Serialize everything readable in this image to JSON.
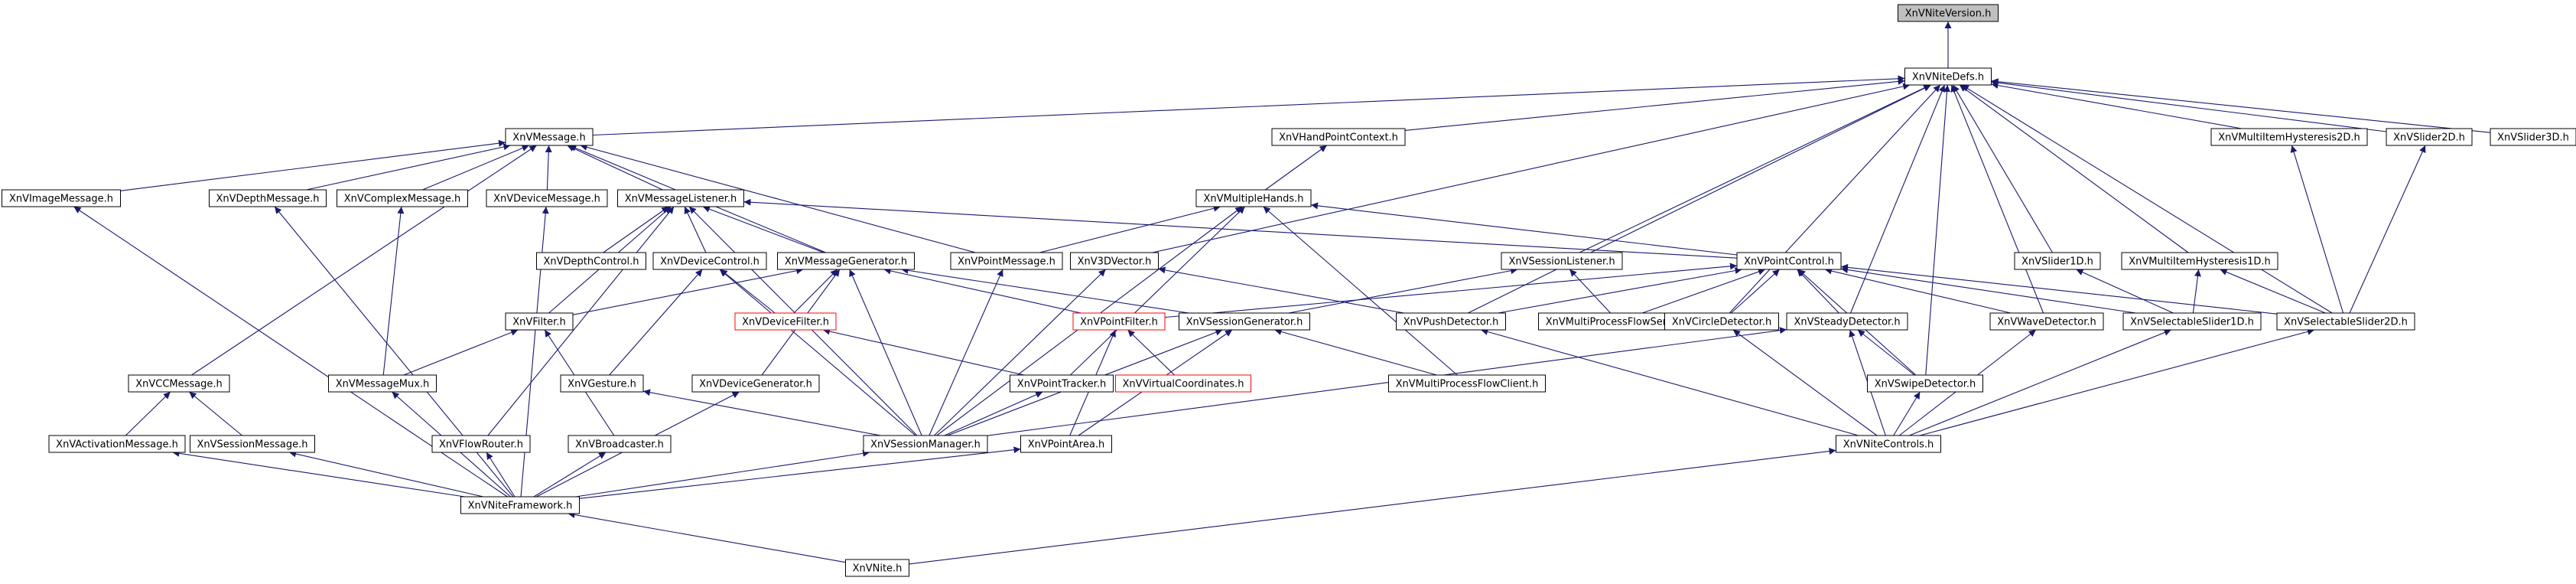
{
  "diagram": {
    "type": "include-dependency-graph",
    "colors": {
      "edge": "#191970",
      "box_border": "#000000",
      "root_fill": "#bfbfbf",
      "missing_border": "#ff0000",
      "text": "#000000"
    },
    "nodes": [
      {
        "id": "XnVNiteVersion",
        "label": "XnVNiteVersion.h",
        "style": "root"
      },
      {
        "id": "XnVNiteDefs",
        "label": "XnVNiteDefs.h",
        "style": "normal"
      },
      {
        "id": "XnVMessage",
        "label": "XnVMessage.h",
        "style": "normal"
      },
      {
        "id": "XnVHandPointContext",
        "label": "XnVHandPointContext.h",
        "style": "normal"
      },
      {
        "id": "XnVMultiItemHysteresis2D",
        "label": "XnVMultiItemHysteresis2D.h",
        "style": "normal"
      },
      {
        "id": "XnVSlider2D",
        "label": "XnVSlider2D.h",
        "style": "normal"
      },
      {
        "id": "XnVSlider3D",
        "label": "XnVSlider3D.h",
        "style": "normal"
      },
      {
        "id": "XnVImageMessage",
        "label": "XnVImageMessage.h",
        "style": "normal"
      },
      {
        "id": "XnVDepthMessage",
        "label": "XnVDepthMessage.h",
        "style": "normal"
      },
      {
        "id": "XnVComplexMessage",
        "label": "XnVComplexMessage.h",
        "style": "normal"
      },
      {
        "id": "XnVDeviceMessage",
        "label": "XnVDeviceMessage.h",
        "style": "normal"
      },
      {
        "id": "XnVMessageListener",
        "label": "XnVMessageListener.h",
        "style": "normal"
      },
      {
        "id": "XnVMultipleHands",
        "label": "XnVMultipleHands.h",
        "style": "normal"
      },
      {
        "id": "XnVDepthControl",
        "label": "XnVDepthControl.h",
        "style": "normal"
      },
      {
        "id": "XnVDeviceControl",
        "label": "XnVDeviceControl.h",
        "style": "normal"
      },
      {
        "id": "XnVMessageGenerator",
        "label": "XnVMessageGenerator.h",
        "style": "normal"
      },
      {
        "id": "XnVPointMessage",
        "label": "XnVPointMessage.h",
        "style": "normal"
      },
      {
        "id": "XnV3DVector",
        "label": "XnV3DVector.h",
        "style": "normal"
      },
      {
        "id": "XnVSessionListener",
        "label": "XnVSessionListener.h",
        "style": "normal"
      },
      {
        "id": "XnVPointControl",
        "label": "XnVPointControl.h",
        "style": "normal"
      },
      {
        "id": "XnVSlider1D",
        "label": "XnVSlider1D.h",
        "style": "normal"
      },
      {
        "id": "XnVMultiItemHysteresis1D",
        "label": "XnVMultiItemHysteresis1D.h",
        "style": "normal"
      },
      {
        "id": "XnVFilter",
        "label": "XnVFilter.h",
        "style": "normal"
      },
      {
        "id": "XnVDeviceFilter",
        "label": "XnVDeviceFilter.h",
        "style": "missing"
      },
      {
        "id": "XnVPointFilter",
        "label": "XnVPointFilter.h",
        "style": "missing"
      },
      {
        "id": "XnVSessionGenerator",
        "label": "XnVSessionGenerator.h",
        "style": "normal"
      },
      {
        "id": "XnVPushDetector",
        "label": "XnVPushDetector.h",
        "style": "normal"
      },
      {
        "id": "XnVMultiProcessFlowServer",
        "label": "XnVMultiProcessFlowServer.h",
        "style": "normal"
      },
      {
        "id": "XnVCircleDetector",
        "label": "XnVCircleDetector.h",
        "style": "normal"
      },
      {
        "id": "XnVSteadyDetector",
        "label": "XnVSteadyDetector.h",
        "style": "normal"
      },
      {
        "id": "XnVWaveDetector",
        "label": "XnVWaveDetector.h",
        "style": "normal"
      },
      {
        "id": "XnVSelectableSlider1D",
        "label": "XnVSelectableSlider1D.h",
        "style": "normal"
      },
      {
        "id": "XnVSelectableSlider2D",
        "label": "XnVSelectableSlider2D.h",
        "style": "normal"
      },
      {
        "id": "XnVCCMessage",
        "label": "XnVCCMessage.h",
        "style": "normal"
      },
      {
        "id": "XnVMessageMux",
        "label": "XnVMessageMux.h",
        "style": "normal"
      },
      {
        "id": "XnVGesture",
        "label": "XnVGesture.h",
        "style": "normal"
      },
      {
        "id": "XnVDeviceGenerator",
        "label": "XnVDeviceGenerator.h",
        "style": "normal"
      },
      {
        "id": "XnVVirtualCoordinates",
        "label": "XnVVirtualCoordinates.h",
        "style": "missing"
      },
      {
        "id": "XnVPointTracker",
        "label": "XnVPointTracker.h",
        "style": "normal"
      },
      {
        "id": "XnVMultiProcessFlowClient",
        "label": "XnVMultiProcessFlowClient.h",
        "style": "normal"
      },
      {
        "id": "XnVSwipeDetector",
        "label": "XnVSwipeDetector.h",
        "style": "normal"
      },
      {
        "id": "XnVActivationMessage",
        "label": "XnVActivationMessage.h",
        "style": "normal"
      },
      {
        "id": "XnVSessionMessage",
        "label": "XnVSessionMessage.h",
        "style": "normal"
      },
      {
        "id": "XnVFlowRouter",
        "label": "XnVFlowRouter.h",
        "style": "normal"
      },
      {
        "id": "XnVBroadcaster",
        "label": "XnVBroadcaster.h",
        "style": "normal"
      },
      {
        "id": "XnVSessionManager",
        "label": "XnVSessionManager.h",
        "style": "normal"
      },
      {
        "id": "XnVPointArea",
        "label": "XnVPointArea.h",
        "style": "normal"
      },
      {
        "id": "XnVNiteControls",
        "label": "XnVNiteControls.h",
        "style": "normal"
      },
      {
        "id": "XnVNiteFramework",
        "label": "XnVNiteFramework.h",
        "style": "normal"
      },
      {
        "id": "XnVNite",
        "label": "XnVNite.h",
        "style": "normal"
      }
    ],
    "edges": [
      [
        "XnVNiteVersion",
        "XnVNiteDefs"
      ],
      [
        "XnVNiteDefs",
        "XnVMessage"
      ],
      [
        "XnVNiteDefs",
        "XnVHandPointContext"
      ],
      [
        "XnVNiteDefs",
        "XnVMultiItemHysteresis2D"
      ],
      [
        "XnVNiteDefs",
        "XnVSlider2D"
      ],
      [
        "XnVNiteDefs",
        "XnVSlider3D"
      ],
      [
        "XnVNiteDefs",
        "XnV3DVector"
      ],
      [
        "XnVNiteDefs",
        "XnVSessionListener"
      ],
      [
        "XnVNiteDefs",
        "XnVPushDetector"
      ],
      [
        "XnVNiteDefs",
        "XnVCircleDetector"
      ],
      [
        "XnVNiteDefs",
        "XnVSteadyDetector"
      ],
      [
        "XnVNiteDefs",
        "XnVSwipeDetector"
      ],
      [
        "XnVNiteDefs",
        "XnVWaveDetector"
      ],
      [
        "XnVNiteDefs",
        "XnVSlider1D"
      ],
      [
        "XnVNiteDefs",
        "XnVMultiItemHysteresis1D"
      ],
      [
        "XnVNiteDefs",
        "XnVSelectableSlider2D"
      ],
      [
        "XnVMessage",
        "XnVImageMessage"
      ],
      [
        "XnVMessage",
        "XnVDepthMessage"
      ],
      [
        "XnVMessage",
        "XnVComplexMessage"
      ],
      [
        "XnVMessage",
        "XnVDeviceMessage"
      ],
      [
        "XnVMessage",
        "XnVMessageListener"
      ],
      [
        "XnVMessage",
        "XnVMessageGenerator"
      ],
      [
        "XnVMessage",
        "XnVPointMessage"
      ],
      [
        "XnVMessage",
        "XnVCCMessage"
      ],
      [
        "XnVHandPointContext",
        "XnVMultipleHands"
      ],
      [
        "XnVMultiItemHysteresis2D",
        "XnVSelectableSlider2D"
      ],
      [
        "XnVSlider2D",
        "XnVSelectableSlider2D"
      ],
      [
        "XnVImageMessage",
        "XnVNiteFramework"
      ],
      [
        "XnVDepthMessage",
        "XnVNiteFramework"
      ],
      [
        "XnVComplexMessage",
        "XnVMessageMux"
      ],
      [
        "XnVDeviceMessage",
        "XnVNiteFramework"
      ],
      [
        "XnVMessageListener",
        "XnVDepthControl"
      ],
      [
        "XnVMessageListener",
        "XnVDeviceControl"
      ],
      [
        "XnVMessageListener",
        "XnVMessageGenerator"
      ],
      [
        "XnVMessageListener",
        "XnVFilter"
      ],
      [
        "XnVMessageListener",
        "XnVFlowRouter"
      ],
      [
        "XnVMessageListener",
        "XnVPointControl"
      ],
      [
        "XnVMessageListener",
        "XnVSessionManager"
      ],
      [
        "XnVMultipleHands",
        "XnVPointMessage"
      ],
      [
        "XnVMultipleHands",
        "XnVPointControl"
      ],
      [
        "XnVMultipleHands",
        "XnVPointTracker"
      ],
      [
        "XnVMultipleHands",
        "XnVMultiProcessFlowClient"
      ],
      [
        "XnVMultipleHands",
        "XnVSessionManager"
      ],
      [
        "XnVDeviceControl",
        "XnVDeviceFilter"
      ],
      [
        "XnVDeviceControl",
        "XnVGesture"
      ],
      [
        "XnVDeviceControl",
        "XnVSessionManager"
      ],
      [
        "XnVMessageGenerator",
        "XnVFilter"
      ],
      [
        "XnVMessageGenerator",
        "XnVDeviceFilter"
      ],
      [
        "XnVMessageGenerator",
        "XnVDeviceGenerator"
      ],
      [
        "XnVMessageGenerator",
        "XnVPointFilter"
      ],
      [
        "XnVMessageGenerator",
        "XnVSessionGenerator"
      ],
      [
        "XnVMessageGenerator",
        "XnVSessionManager"
      ],
      [
        "XnVPointMessage",
        "XnVSessionManager"
      ],
      [
        "XnV3DVector",
        "XnVPushDetector"
      ],
      [
        "XnV3DVector",
        "XnVSessionManager"
      ],
      [
        "XnVSessionListener",
        "XnVSessionGenerator"
      ],
      [
        "XnVSessionListener",
        "XnVMultiProcessFlowServer"
      ],
      [
        "XnVPointControl",
        "XnVPointFilter"
      ],
      [
        "XnVPointControl",
        "XnVPushDetector"
      ],
      [
        "XnVPointControl",
        "XnVMultiProcessFlowServer"
      ],
      [
        "XnVPointControl",
        "XnVCircleDetector"
      ],
      [
        "XnVPointControl",
        "XnVSteadyDetector"
      ],
      [
        "XnVPointControl",
        "XnVWaveDetector"
      ],
      [
        "XnVPointControl",
        "XnVSwipeDetector"
      ],
      [
        "XnVPointControl",
        "XnVSelectableSlider1D"
      ],
      [
        "XnVPointControl",
        "XnVSelectableSlider2D"
      ],
      [
        "XnVSlider1D",
        "XnVSelectableSlider1D"
      ],
      [
        "XnVMultiItemHysteresis1D",
        "XnVSelectableSlider1D"
      ],
      [
        "XnVMultiItemHysteresis1D",
        "XnVSelectableSlider2D"
      ],
      [
        "XnVFilter",
        "XnVMessageMux"
      ],
      [
        "XnVFilter",
        "XnVBroadcaster"
      ],
      [
        "XnVDeviceFilter",
        "XnVPointTracker"
      ],
      [
        "XnVPointFilter",
        "XnVVirtualCoordinates"
      ],
      [
        "XnVPointFilter",
        "XnVPointArea"
      ],
      [
        "XnVSessionGenerator",
        "XnVMultiProcessFlowClient"
      ],
      [
        "XnVSessionGenerator",
        "XnVSessionManager"
      ],
      [
        "XnVSessionGenerator",
        "XnVPointArea"
      ],
      [
        "XnVPushDetector",
        "XnVNiteControls"
      ],
      [
        "XnVCircleDetector",
        "XnVNiteControls"
      ],
      [
        "XnVSteadyDetector",
        "XnVSwipeDetector"
      ],
      [
        "XnVSteadyDetector",
        "XnVNiteControls"
      ],
      [
        "XnVSteadyDetector",
        "XnVSessionManager"
      ],
      [
        "XnVWaveDetector",
        "XnVNiteControls"
      ],
      [
        "XnVSelectableSlider1D",
        "XnVNiteControls"
      ],
      [
        "XnVSelectableSlider2D",
        "XnVNiteControls"
      ],
      [
        "XnVCCMessage",
        "XnVActivationMessage"
      ],
      [
        "XnVCCMessage",
        "XnVSessionMessage"
      ],
      [
        "XnVMessageMux",
        "XnVNiteFramework"
      ],
      [
        "XnVGesture",
        "XnVSessionManager"
      ],
      [
        "XnVDeviceGenerator",
        "XnVNiteFramework"
      ],
      [
        "XnVPointTracker",
        "XnVSessionManager"
      ],
      [
        "XnVSwipeDetector",
        "XnVNiteControls"
      ],
      [
        "XnVActivationMessage",
        "XnVNiteFramework"
      ],
      [
        "XnVSessionMessage",
        "XnVNiteFramework"
      ],
      [
        "XnVFlowRouter",
        "XnVNiteFramework"
      ],
      [
        "XnVBroadcaster",
        "XnVNiteFramework"
      ],
      [
        "XnVSessionManager",
        "XnVNiteFramework"
      ],
      [
        "XnVPointArea",
        "XnVNiteFramework"
      ],
      [
        "XnVNiteControls",
        "XnVNite"
      ],
      [
        "XnVNiteFramework",
        "XnVNite"
      ]
    ]
  }
}
